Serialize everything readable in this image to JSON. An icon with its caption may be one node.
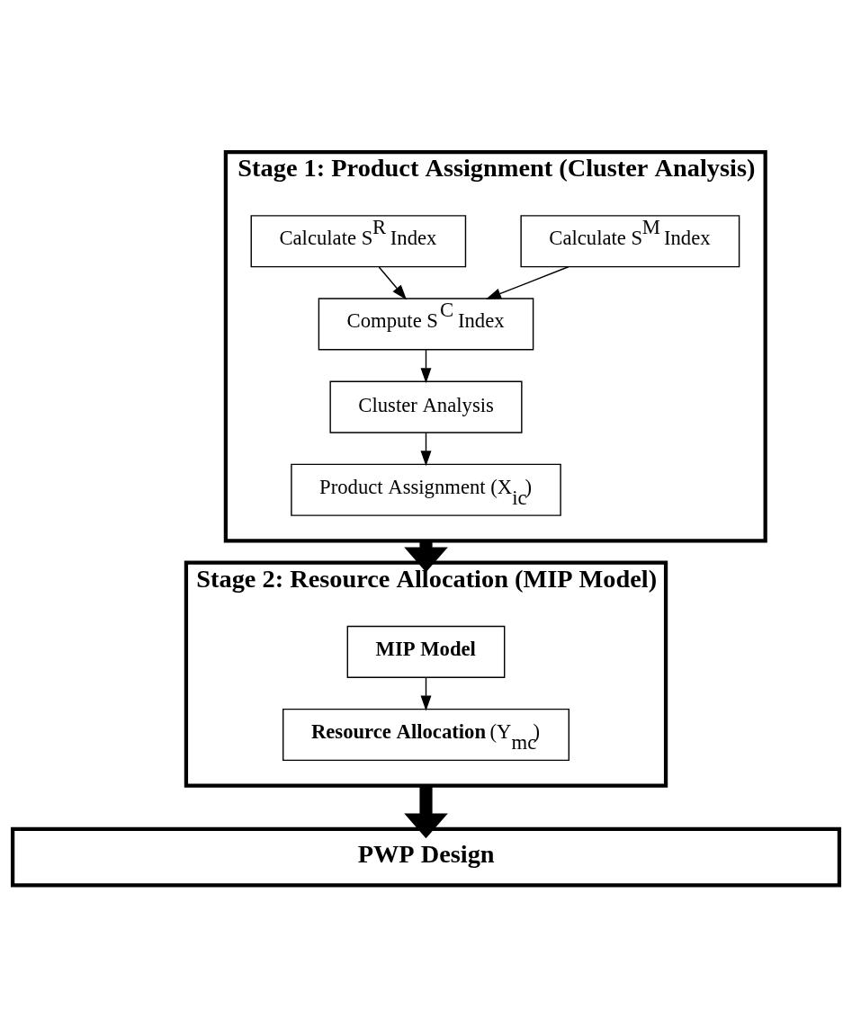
{
  "diagram": {
    "nodes": [
      {
        "text": [
          "Stage 1: Product Assignment (Cluster Analysis)"
        ]
      },
      {
        "text": [
          "Calculate S$^{R}$ Index"
        ],
        "in": 0
      },
      {
        "text": [
          "Calculate S$^{M}$ Index"
        ],
        "in": 0
      },
      {
        "text": [
          "Compute S$^{C}$ Index"
        ],
        "in": 0
      },
      {
        "text": [
          "Cluster Analysis"
        ],
        "in": 0
      },
      {
        "text": [
          "Product Assignment (X$_{ic}$)"
        ],
        "in": 0
      },
      {
        "text": [
          "Stage 2: Resource Allocation (MIP Model)"
        ]
      },
      {
        "text": [
          "MIP Model"
        ],
        "in": 6
      },
      {
        "text": [
          "**Resource Allocation** (Y$_{mc}$)"
        ],
        "in": 6
      },
      {
        "text": [
          "PWP Design"
        ]
      }
    ],
    "edges": [
      {
        "from": 1,
        "to": 3,
        "arrow": "to"
      },
      {
        "from": 2,
        "to": 3,
        "arrow": "to"
      },
      {
        "from": 3,
        "to": 4,
        "arrow": "to"
      },
      {
        "from": 4,
        "to": 5,
        "arrow": "to"
      },
      {
        "from": 0,
        "to": 6,
        "arrow": "to",
        "style": "thick"
      },
      {
        "from": 7,
        "to": 8,
        "arrow": "to"
      },
      {
        "from": 6,
        "to": 9,
        "arrow": "to",
        "style": "thick"
      }
    ]
  }
}
